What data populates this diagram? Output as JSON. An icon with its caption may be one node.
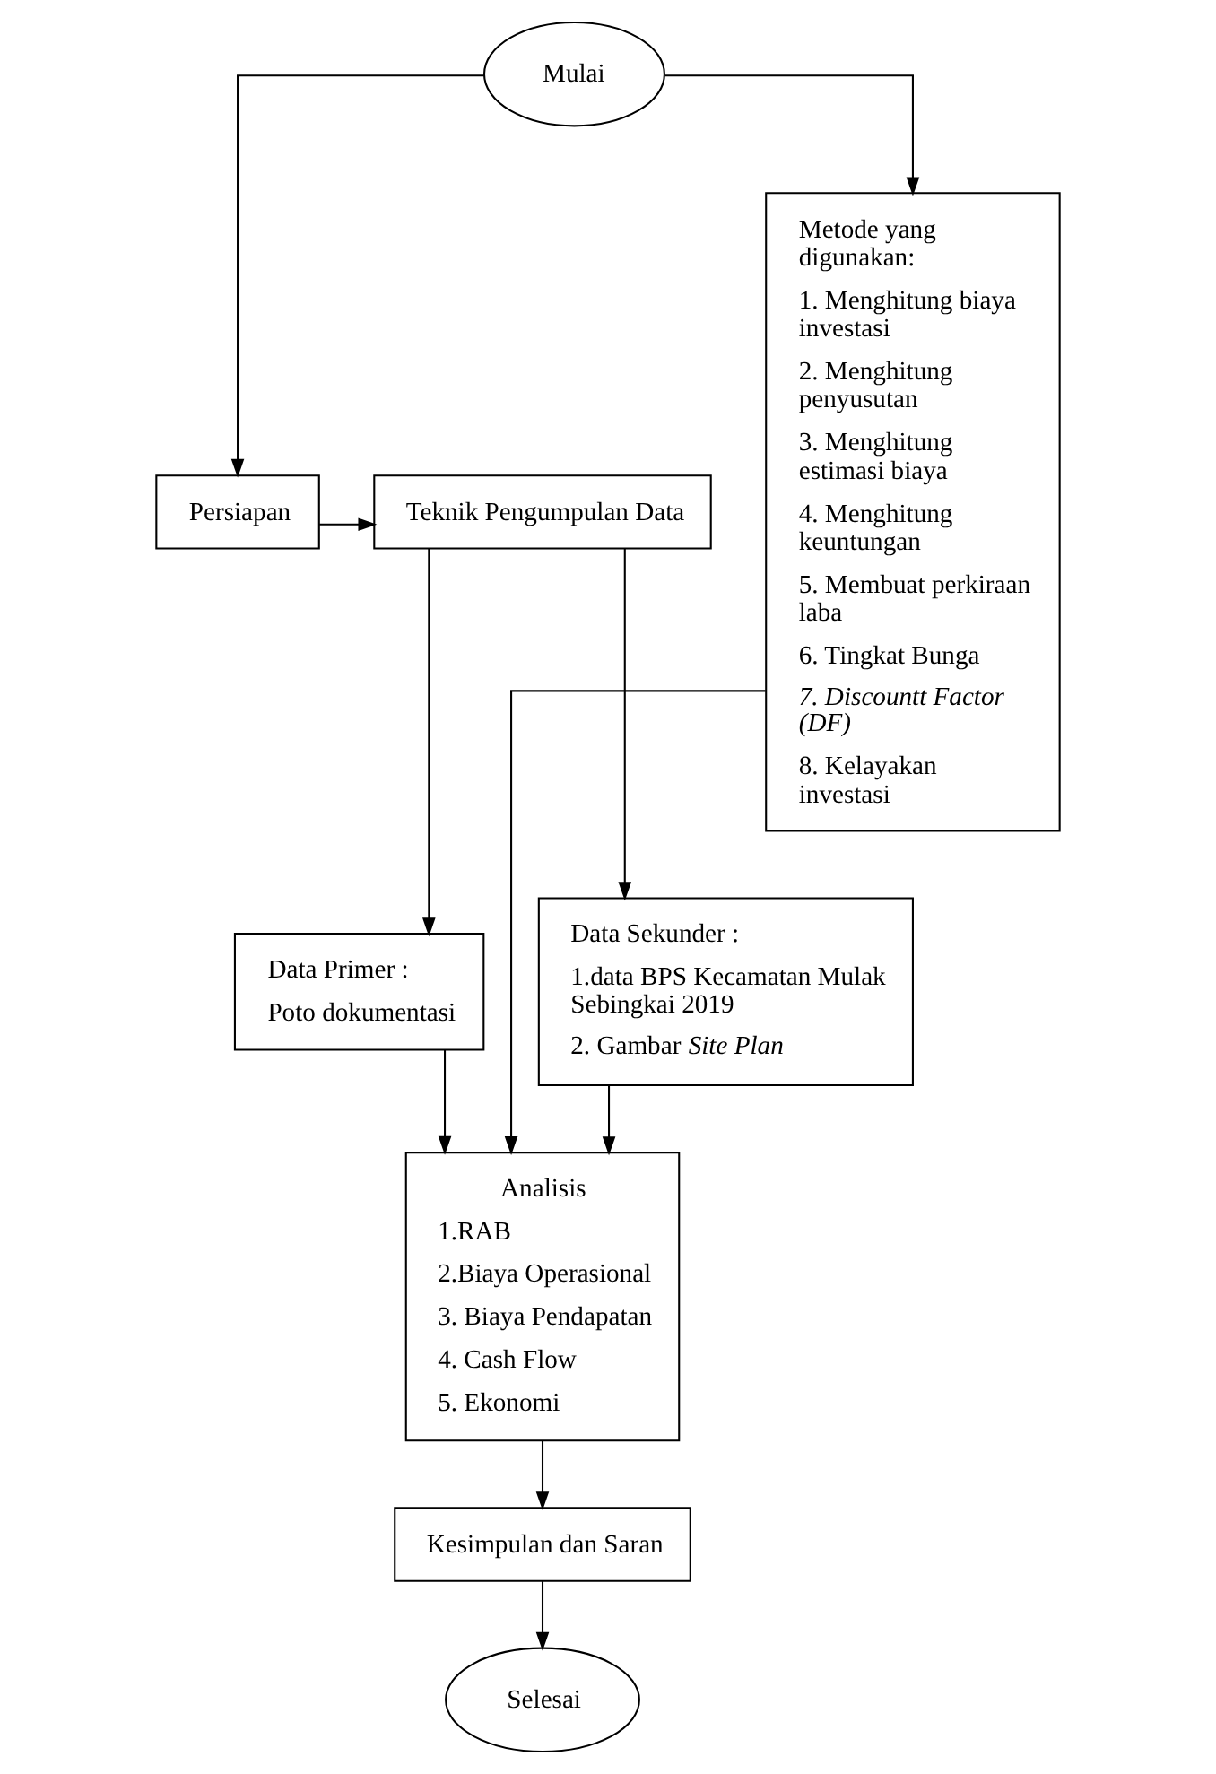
{
  "diagram": {
    "nodes": [
      {
        "text": [
          "Mulai"
        ]
      },
      {
        "text": [
          "Persiapan"
        ]
      },
      {
        "text": [
          "Teknik Pengumpulan Data"
        ]
      },
      {
        "text": [
          "Metode yang digunakan:",
          "1. Menghitung biaya investasi",
          "2. Menghitung penyusutan",
          "3. Menghitung estimasi biaya",
          "4. Menghitung keuntungan",
          "5. Membuat perkiraan laba",
          "6. Tingkat Bunga",
          "*7. Discountt Factor (DF)*",
          "8. Kelayakan investasi"
        ]
      },
      {
        "text": [
          "Data Primer :",
          "Poto dokumentasi"
        ]
      },
      {
        "text": [
          "Data Sekunder :",
          "1.data BPS Kecamatan Mulak Sebingkai 2019",
          "2. Gambar *Site Plan*"
        ]
      },
      {
        "text": [
          "Analisis",
          "1.RAB",
          "2.Biaya Operasional",
          "3. Biaya Pendapatan",
          "4. Cash Flow",
          "5. Ekonomi"
        ]
      },
      {
        "text": [
          "Kesimpulan dan Saran"
        ]
      },
      {
        "text": [
          "Selesai"
        ]
      }
    ],
    "edges": [
      {
        "from": 0,
        "to": 1,
        "arrow": "to"
      },
      {
        "from": 0,
        "to": 3,
        "arrow": "to"
      },
      {
        "from": 1,
        "to": 2,
        "arrow": "to"
      },
      {
        "from": 2,
        "to": 4,
        "arrow": "to"
      },
      {
        "from": 2,
        "to": 5,
        "arrow": "to"
      },
      {
        "from": 4,
        "to": 6,
        "arrow": "to"
      },
      {
        "from": 5,
        "to": 6,
        "arrow": "to"
      },
      {
        "from": 3,
        "to": 6,
        "arrow": "to"
      },
      {
        "from": 6,
        "to": 7,
        "arrow": "to"
      },
      {
        "from": 7,
        "to": 8,
        "arrow": "to"
      }
    ]
  }
}
